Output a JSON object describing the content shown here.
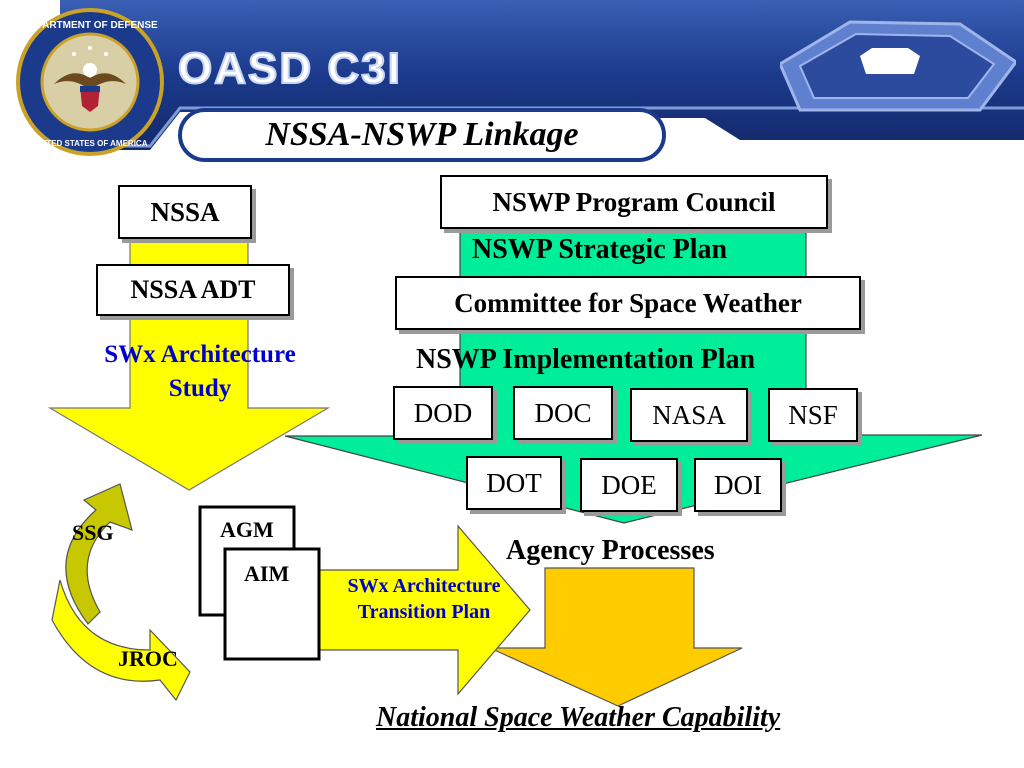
{
  "header": {
    "seal_text": "DEPARTMENT OF DEFENSE · UNITED STATES OF AMERICA",
    "logo_text": "OASD C3I",
    "title": "NSSA-NSWP Linkage"
  },
  "left": {
    "nssa": "NSSA",
    "nssa_adt": "NSSA ADT",
    "swx_study_line1": "SWx Architecture",
    "swx_study_line2": "Study",
    "ssg": "SSG",
    "jroc": "JROC",
    "agm": "AGM",
    "aim": "AIM",
    "transition_line1": "SWx Architecture",
    "transition_line2": "Transition Plan"
  },
  "right": {
    "council": "NSWP Program Council",
    "strategic_plan": "NSWP Strategic Plan",
    "committee": "Committee for Space Weather",
    "implementation_plan": "NSWP Implementation Plan",
    "agencies_row1": [
      "DOD",
      "DOC",
      "NASA",
      "NSF"
    ],
    "agencies_row2": [
      "DOT",
      "DOE",
      "DOI"
    ],
    "agency_processes": "Agency Processes"
  },
  "footer": {
    "capability": "National Space Weather Capability"
  },
  "colors": {
    "header_blue": "#1f3c8c",
    "arrow_yellow": "#ffff00",
    "arrow_green": "#00ee99",
    "arrow_gold": "#ffcc00",
    "cycle_olive": "#c8c800",
    "text_blue": "#0000cc"
  }
}
